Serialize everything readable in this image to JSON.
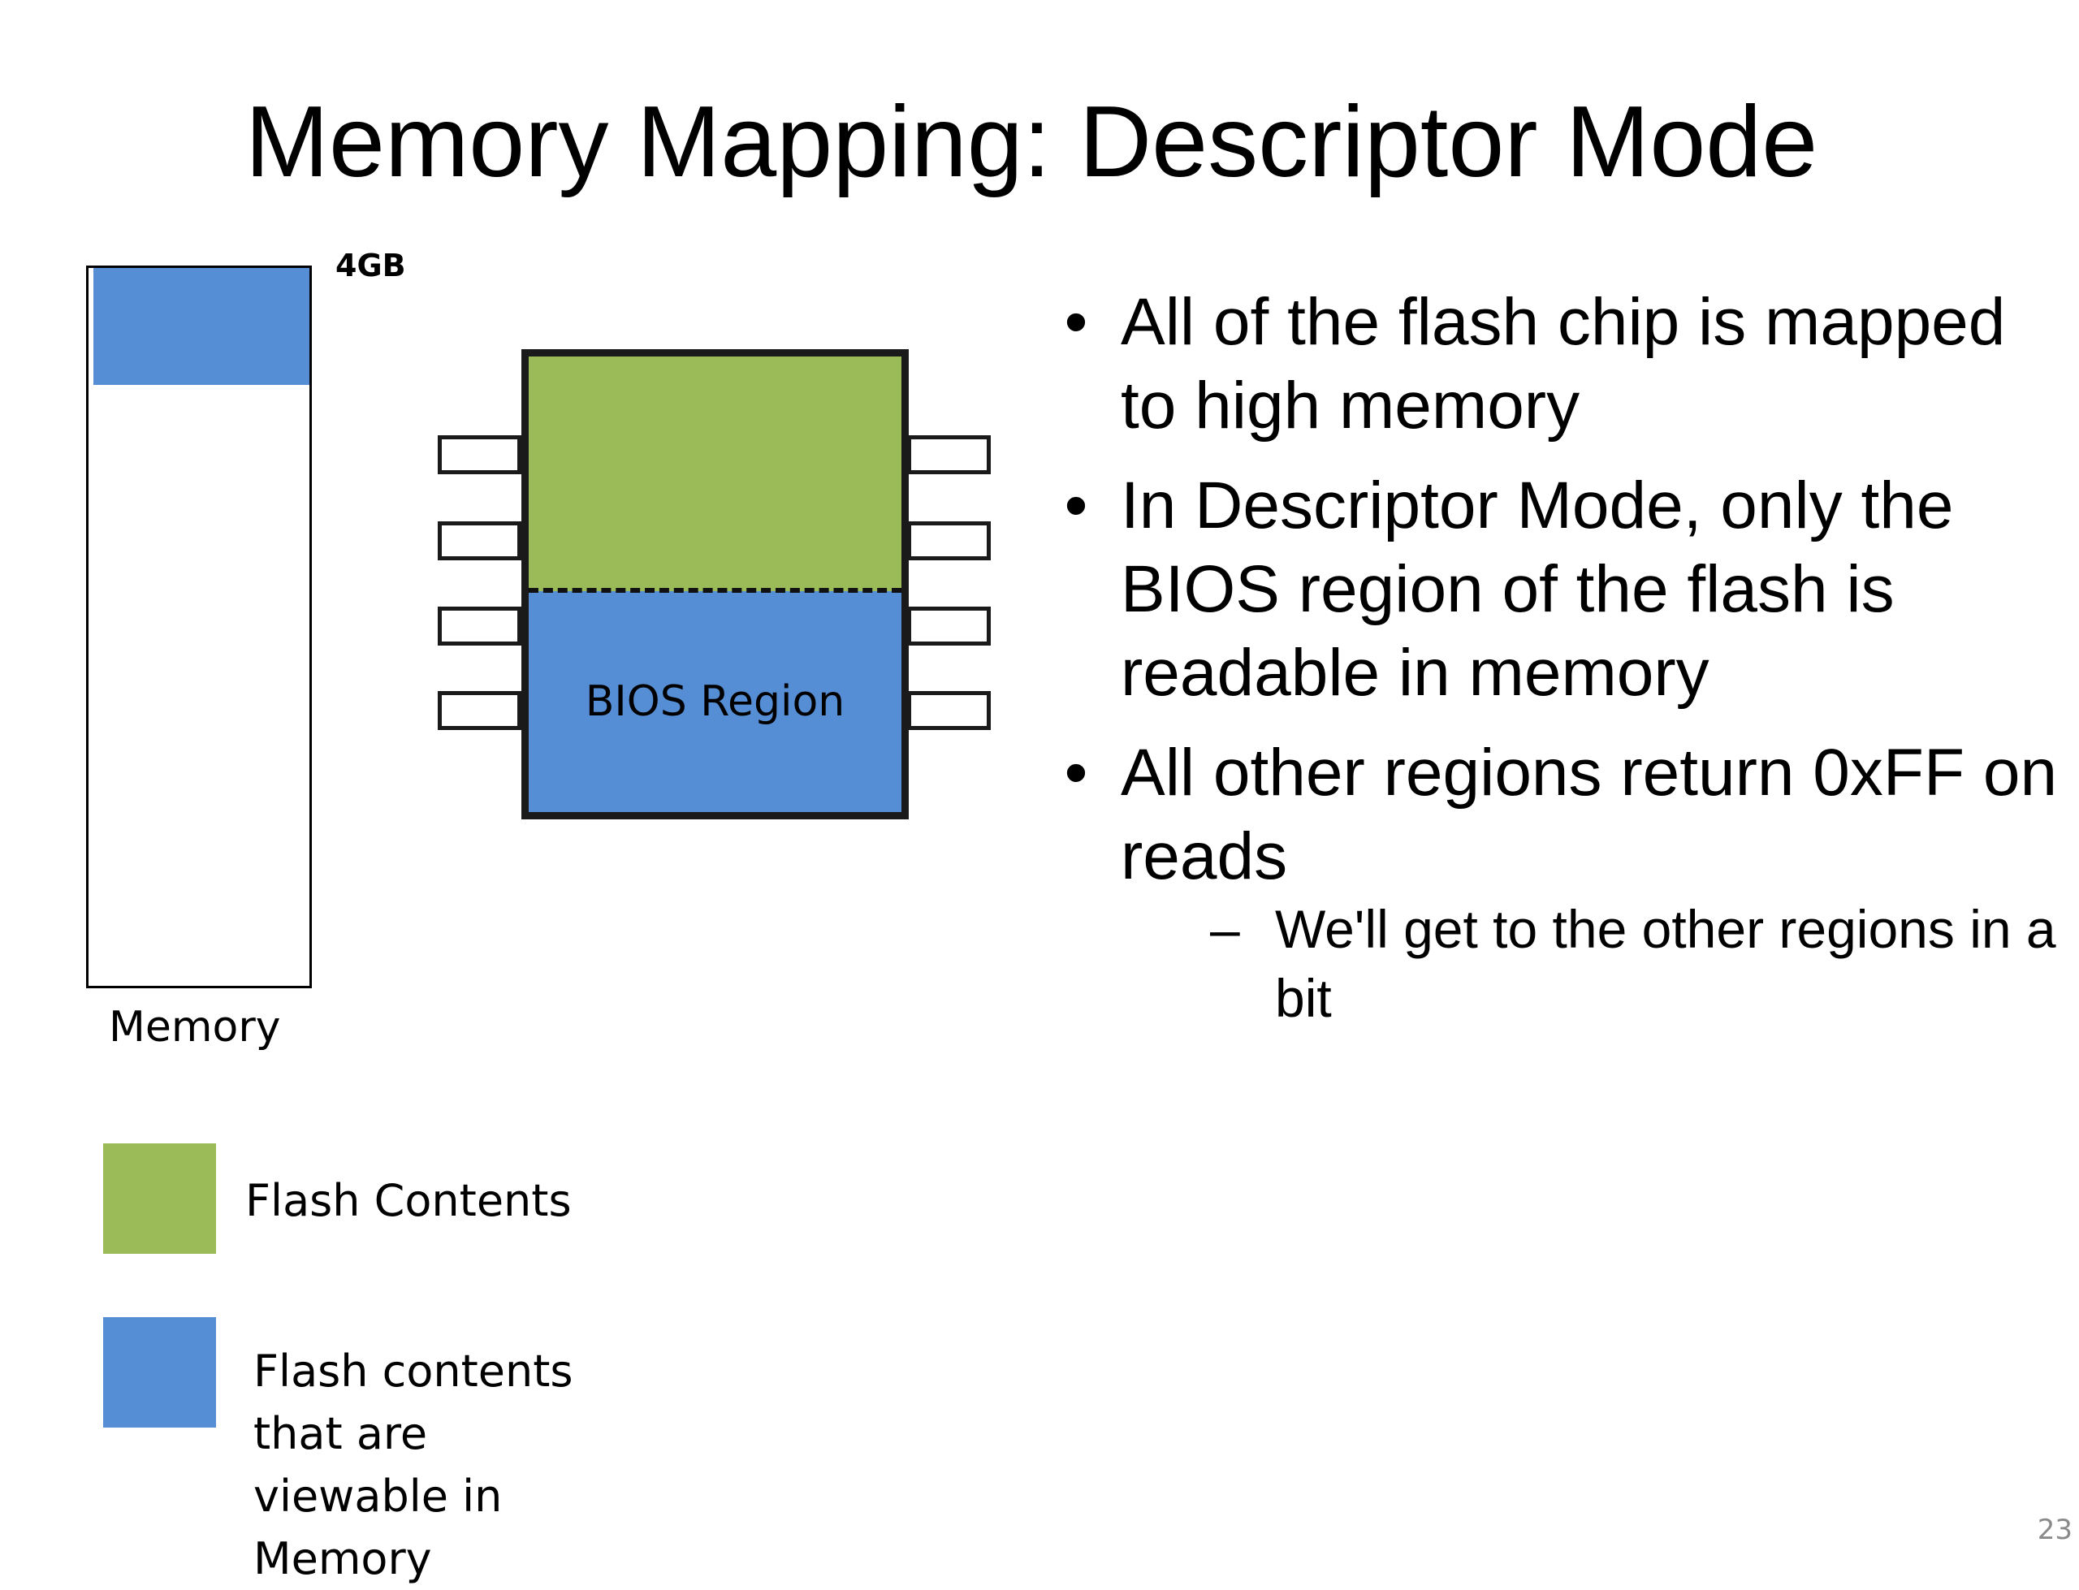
{
  "slide": {
    "title": "Memory Mapping: Descriptor Mode",
    "page_number": "23"
  },
  "colors": {
    "flash_green": "#9bbb59",
    "viewable_blue": "#558ed5"
  },
  "memory_diagram": {
    "top_label": "4GB",
    "label": "Memory"
  },
  "chip_diagram": {
    "bios_region_label": "BIOS Region"
  },
  "bullets": [
    {
      "text": "All of the flash chip is mapped to high memory"
    },
    {
      "text": "In Descriptor Mode, only the BIOS region of the flash is readable in memory"
    },
    {
      "text": "All other regions return 0xFF on reads",
      "sub": [
        {
          "text": "We'll get to the other regions in a bit"
        }
      ]
    }
  ],
  "bullet_glyph": "•",
  "sub_bullet_glyph": "–",
  "legend": [
    {
      "label": "Flash Contents"
    },
    {
      "label": "Flash contents that are viewable in Memory"
    }
  ]
}
